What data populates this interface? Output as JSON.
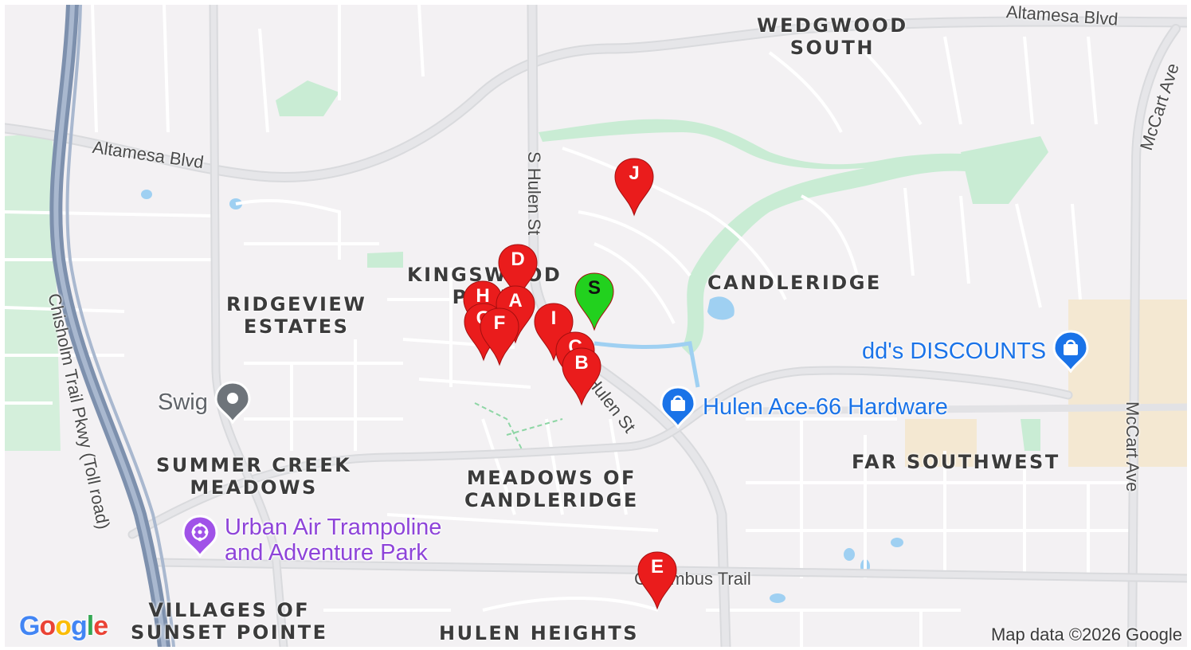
{
  "map": {
    "areas": {
      "wedgwood_south": "WEDGWOOD\nSOUTH",
      "candleridge": "CANDLERIDGE",
      "kingswood": "KINGSWOOD\nPARK",
      "ridgeview": "RIDGEVIEW\nESTATES",
      "summer_creek": "SUMMER CREEK\nMEADOWS",
      "meadows_candleridge": "MEADOWS OF\nCANDLERIDGE",
      "far_southwest": "FAR SOUTHWEST",
      "villages": "VILLAGES OF\nSUNSET POINTE",
      "hulen_heights": "HULEN HEIGHTS"
    },
    "roads": {
      "altamesa_west": "Altamesa Blvd",
      "altamesa_east": "Altamesa Blvd",
      "hulen_north": "S Hulen St",
      "hulen_south": "Hulen St",
      "mccart_north": "McCart Ave",
      "mccart_south": "McCart Ave",
      "chisholm": "Chisholm Trail Pkwy (Toll road)",
      "columbus": "Columbus Trail"
    },
    "pois": {
      "dds": {
        "name": "dd's DISCOUNTS",
        "icon": "shopping-bag-icon",
        "color": "#1a73e8"
      },
      "ace": {
        "name": "Hulen Ace-66 Hardware",
        "icon": "shopping-bag-icon",
        "color": "#1a73e8"
      },
      "swig": {
        "name": "Swig",
        "icon": "place-dot-icon",
        "color": "#5f6368"
      },
      "urban_air": {
        "name": "Urban Air Trampoline\nand Adventure Park",
        "icon": "amusement-icon",
        "color": "#8e44d9"
      }
    },
    "markers": [
      {
        "id": "J",
        "label": "J",
        "color": "#ea1c1c"
      },
      {
        "id": "D",
        "label": "D",
        "color": "#ea1c1c"
      },
      {
        "id": "H",
        "label": "H",
        "color": "#ea1c1c"
      },
      {
        "id": "A",
        "label": "A",
        "color": "#ea1c1c"
      },
      {
        "id": "G",
        "label": "G",
        "color": "#ea1c1c"
      },
      {
        "id": "F",
        "label": "F",
        "color": "#ea1c1c"
      },
      {
        "id": "I",
        "label": "I",
        "color": "#ea1c1c"
      },
      {
        "id": "C",
        "label": "C",
        "color": "#ea1c1c"
      },
      {
        "id": "B",
        "label": "B",
        "color": "#ea1c1c"
      },
      {
        "id": "E",
        "label": "E",
        "color": "#ea1c1c"
      },
      {
        "id": "S",
        "label": "S",
        "color": "#22d11e"
      }
    ],
    "attribution": "Map data ©2026 Google",
    "logo": "Google",
    "colors": {
      "park": "#c9ecd4",
      "water": "#9fd0f2",
      "highway": "#8fa3c0",
      "commercial": "#f4e8d2"
    }
  }
}
